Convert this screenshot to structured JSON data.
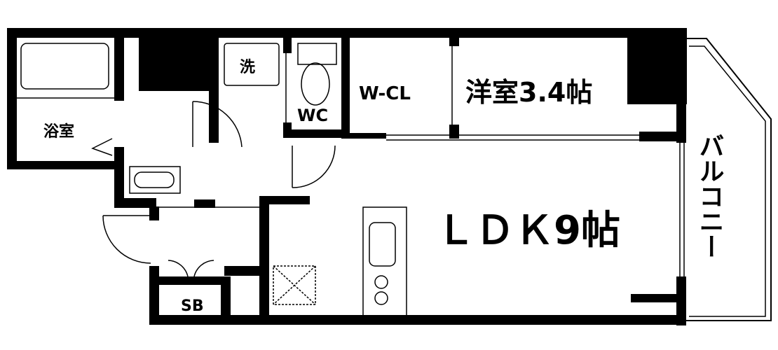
{
  "rooms": {
    "bath": "浴室",
    "washer": "洗",
    "toilet": "WC",
    "walk_in_closet": "W-CL",
    "western_room": "洋室3.4帖",
    "ldk": "ＬＤＫ9帖",
    "balcony": "バルコニー",
    "shoe_box": "SB"
  },
  "colors": {
    "wall": "#000000",
    "background": "#ffffff"
  }
}
